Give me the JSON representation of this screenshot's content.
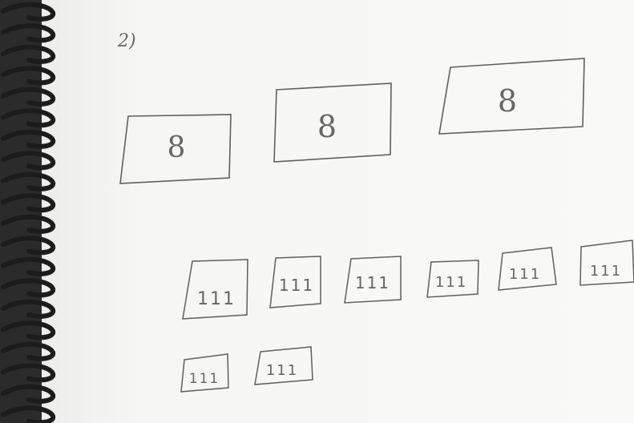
{
  "problem_number": "2)",
  "big_boxes": [
    {
      "label": "8"
    },
    {
      "label": "8"
    },
    {
      "label": "8"
    }
  ],
  "small_boxes": [
    {
      "label": "111"
    },
    {
      "label": "111"
    },
    {
      "label": "111"
    },
    {
      "label": "111"
    },
    {
      "label": "111"
    },
    {
      "label": "111"
    },
    {
      "label": "111"
    },
    {
      "label": "111"
    }
  ],
  "colors": {
    "paper": "#f6f6f4",
    "ink": "#5a5a5a",
    "binding": "#1c1c1c"
  }
}
